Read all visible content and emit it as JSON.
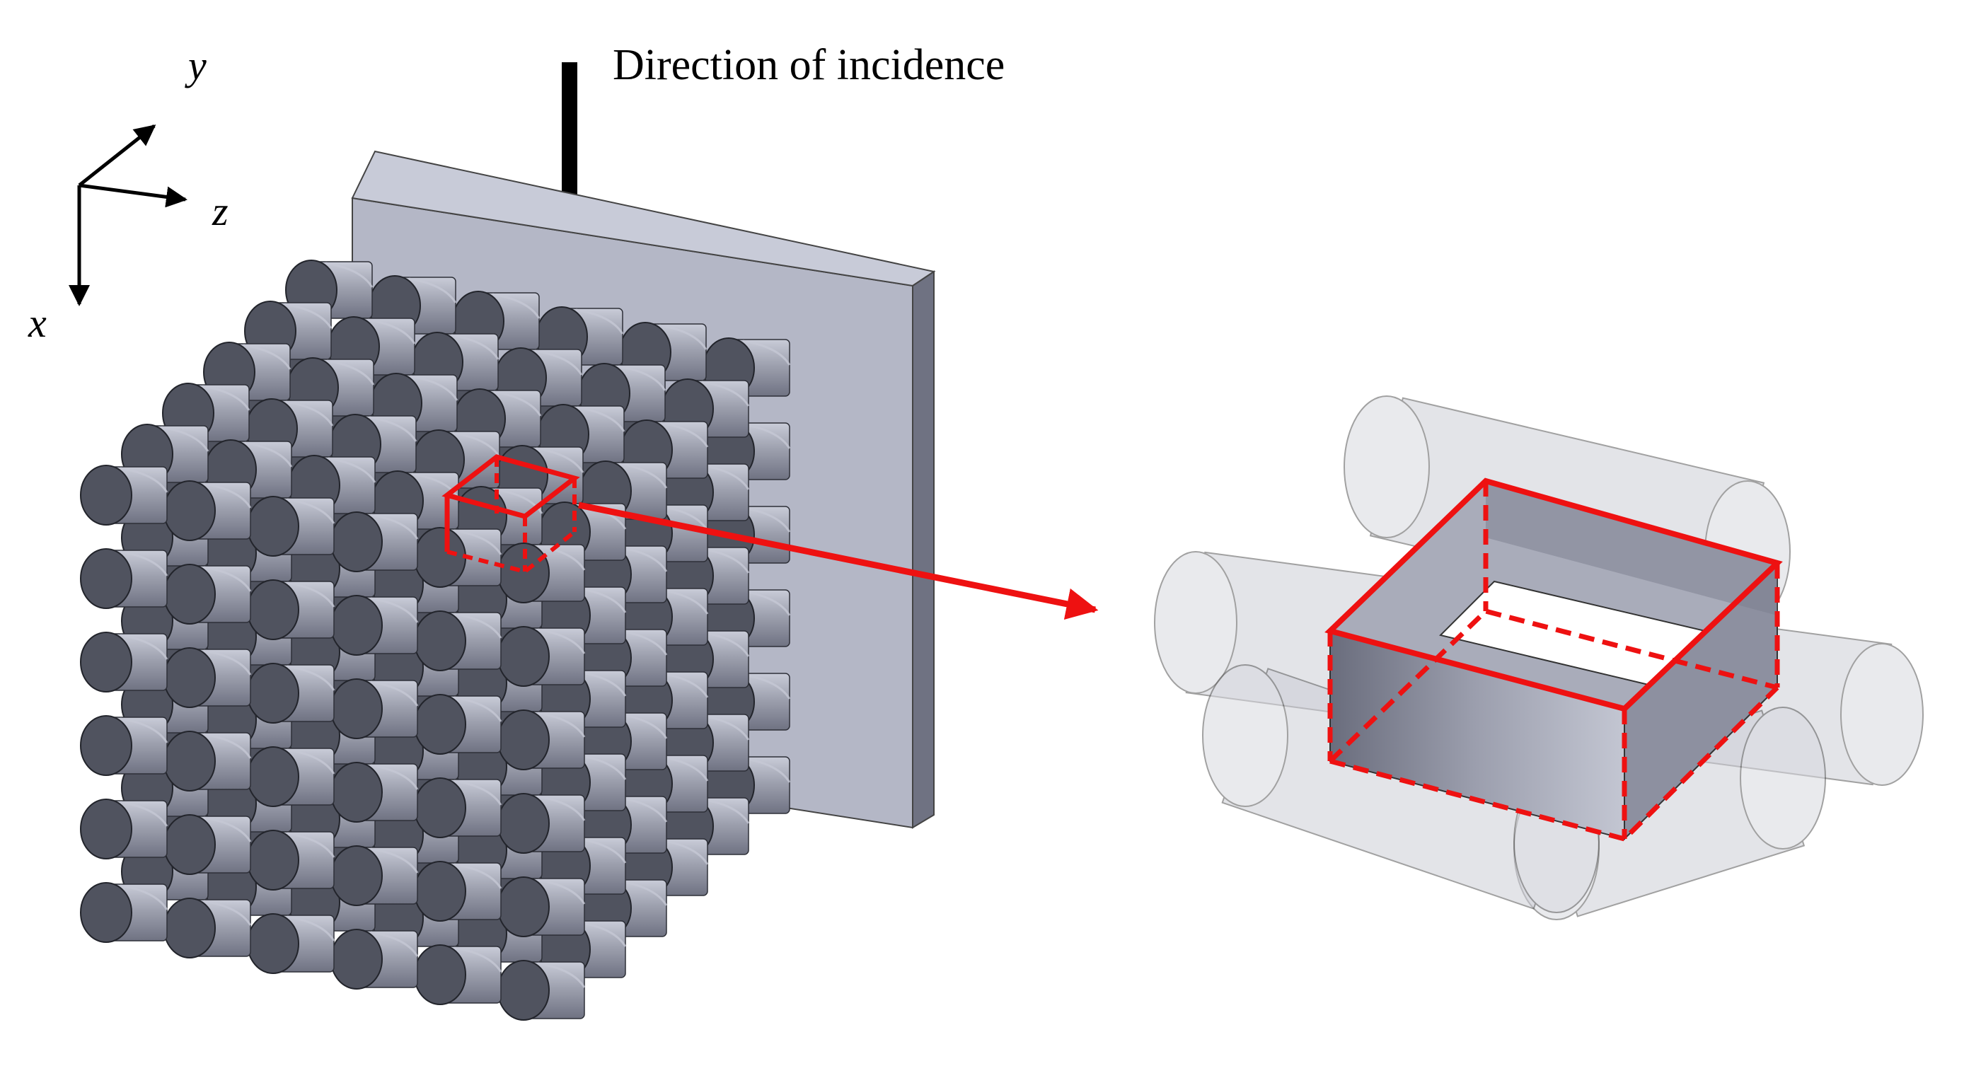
{
  "annotations": {
    "incidence_label": "Direction of incidence"
  },
  "axes": {
    "x_label": "x",
    "y_label": "y",
    "z_label": "z"
  },
  "lattice": {
    "rows": 6,
    "columns": 6
  },
  "colors": {
    "rod_face": "#50535f",
    "rod_body": "#9a9dab",
    "rod_highlight": "#c5c8d4",
    "plate_front": "#b4b7c6",
    "plate_side": "#6f7282",
    "plate_top": "#c8cbd8",
    "highlight_red": "#ee1111",
    "arrow_black": "#000000",
    "ghost_rod": "#cdced6"
  }
}
